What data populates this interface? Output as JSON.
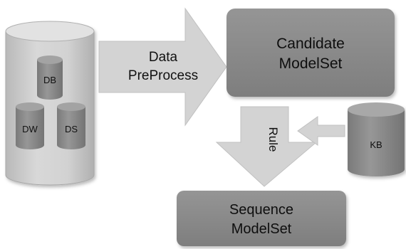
{
  "diagram": {
    "sources": {
      "db": "DB",
      "dw": "DW",
      "ds": "DS"
    },
    "preprocess_arrow": {
      "line1": "Data",
      "line2": "PreProcess"
    },
    "candidate_box": {
      "line1": "Candidate",
      "line2": "ModelSet"
    },
    "rule_arrow": "Rule",
    "kb": "KB",
    "sequence_box": {
      "line1": "Sequence",
      "line2": "ModelSet"
    },
    "colors": {
      "outer_cylinder": "#cfcfcf",
      "inner_cylinder": "#8a8a8a",
      "arrow": "#d0d0d0",
      "box": "#8c8c8c",
      "kb_cylinder": "#8e8e8e"
    }
  }
}
